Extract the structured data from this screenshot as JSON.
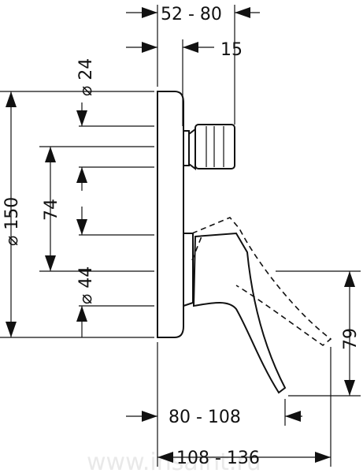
{
  "dimensions": {
    "top_range": "52 - 80",
    "top_small": "15",
    "dia_24": "⌀ 24",
    "dia_150": "⌀ 150",
    "len_74": "74",
    "dia_44": "⌀ 44",
    "height_79": "79",
    "spout_range": "80 - 108",
    "total_range": "108 - 136"
  },
  "watermark": "www.insaint.ru"
}
